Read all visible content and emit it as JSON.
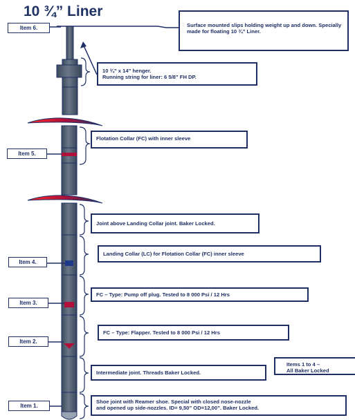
{
  "title": "10 ¾” Liner",
  "items": {
    "item6": "Item 6.",
    "item5": "Item 5.",
    "item4": "Item 4.",
    "item3": "Item 3.",
    "item2": "Item 2.",
    "item1": "Item 1."
  },
  "notes": {
    "slips": "Surface mounted slips holding weight up and down. Specially made for floating 10 ¾” Liner.",
    "hanger_line1": "10 ¾” x 14” henger.",
    "hanger_line2": "Running string for liner: 6 5/8” FH DP.",
    "flotation_collar": "Flotation Collar (FC) with inner sleeve",
    "joint_above": "Joint above Landing Collar joint. Baker Locked.",
    "landing_collar": "Landing Collar (LC) for Flotation Collar (FC) inner sleeve",
    "pump_off_plug": "FC – Type: Pump off plug. Tested to 8 000 Psi / 12 Hrs",
    "flapper": "FC – Type: Flapper. Tested to 8 000 Psi / 12 Hrs",
    "intermediate": "Intermediate joint. Threads Baker Locked.",
    "items_1_to_4_line1": "Items 1 to 4 –",
    "items_1_to_4_line2": "All Baker Locked",
    "shoe_line1": "Shoe joint with Reamer shoe. Special with closed nose-nozzle",
    "shoe_line2": "and opened up side-nozzles. ID= 9,50” OD=12,00”. Baker Locked."
  },
  "colors": {
    "pipe": "#4b5563",
    "outline": "#1f2f66",
    "seal": "#b0103a"
  }
}
